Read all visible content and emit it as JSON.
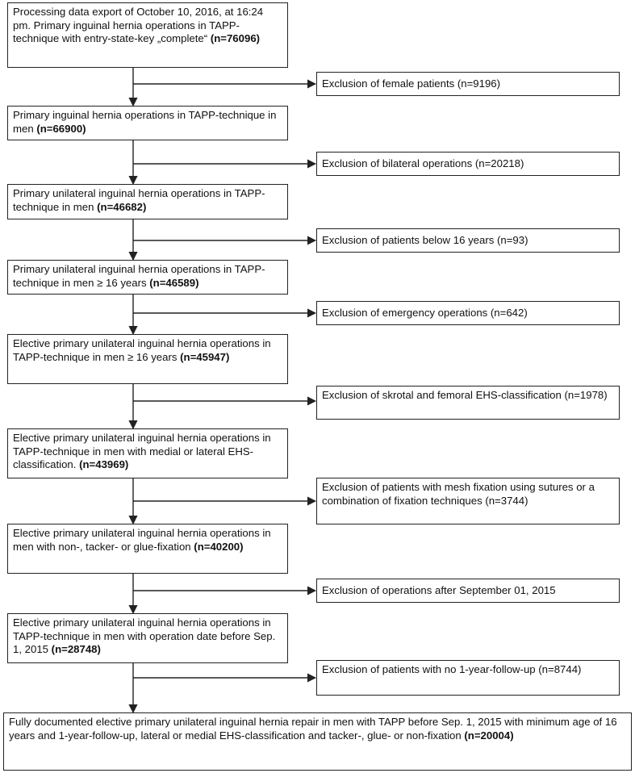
{
  "main_steps": [
    {
      "text": "Processing data export of October 10, 2016, at 16:24 pm. Primary inguinal hernia operations in TAPP-technique with entry-state-key „complete“",
      "n": "(n=76096)"
    },
    {
      "text": "Primary inguinal hernia operations in TAPP-technique  in men",
      "n": "(n=66900)"
    },
    {
      "text": "Primary unilateral inguinal hernia operations in TAPP-technique in men",
      "n": "(n=46682)"
    },
    {
      "text": "Primary unilateral inguinal hernia operations in TAPP-technique in men ≥ 16 years",
      "n": "(n=46589)"
    },
    {
      "text": "Elective primary unilateral inguinal hernia operations  in TAPP-technique in men ≥ 16 years",
      "n": "(n=45947)"
    },
    {
      "text": "Elective primary unilateral inguinal hernia operations in TAPP-technique in men with medial or lateral  EHS-classification.",
      "n": "(n=43969)"
    },
    {
      "text": "Elective primary unilateral inguinal hernia operations in men with non-, tacker- or glue-fixation",
      "n": "(n=40200)"
    },
    {
      "text": "Elective primary unilateral inguinal hernia operations in TAPP-technique in men with operation date before Sep. 1, 2015",
      "n": "(n=28748)"
    },
    {
      "text": "Fully documented elective primary unilateral inguinal hernia repair in men with TAPP before Sep. 1, 2015 with minimum  age of 16 years and 1-year-follow-up, lateral or medial EHS-classification and tacker-, glue- or non-fixation",
      "n": "(n=20004)"
    }
  ],
  "exclusions": [
    "Exclusion of female patients (n=9196)",
    "Exclusion of bilateral operations  (n=20218)",
    "Exclusion of patients below 16 years (n=93)",
    "Exclusion of emergency operations  (n=642)",
    "Exclusion of skrotal and femoral EHS-classification (n=1978)",
    "Exclusion of patients with mesh fixation using sutures or a combination of fixation techniques (n=3744)",
    "Exclusion of operations after September 01, 2015",
    "Exclusion of patients with no 1-year-follow-up (n=8744)"
  ]
}
